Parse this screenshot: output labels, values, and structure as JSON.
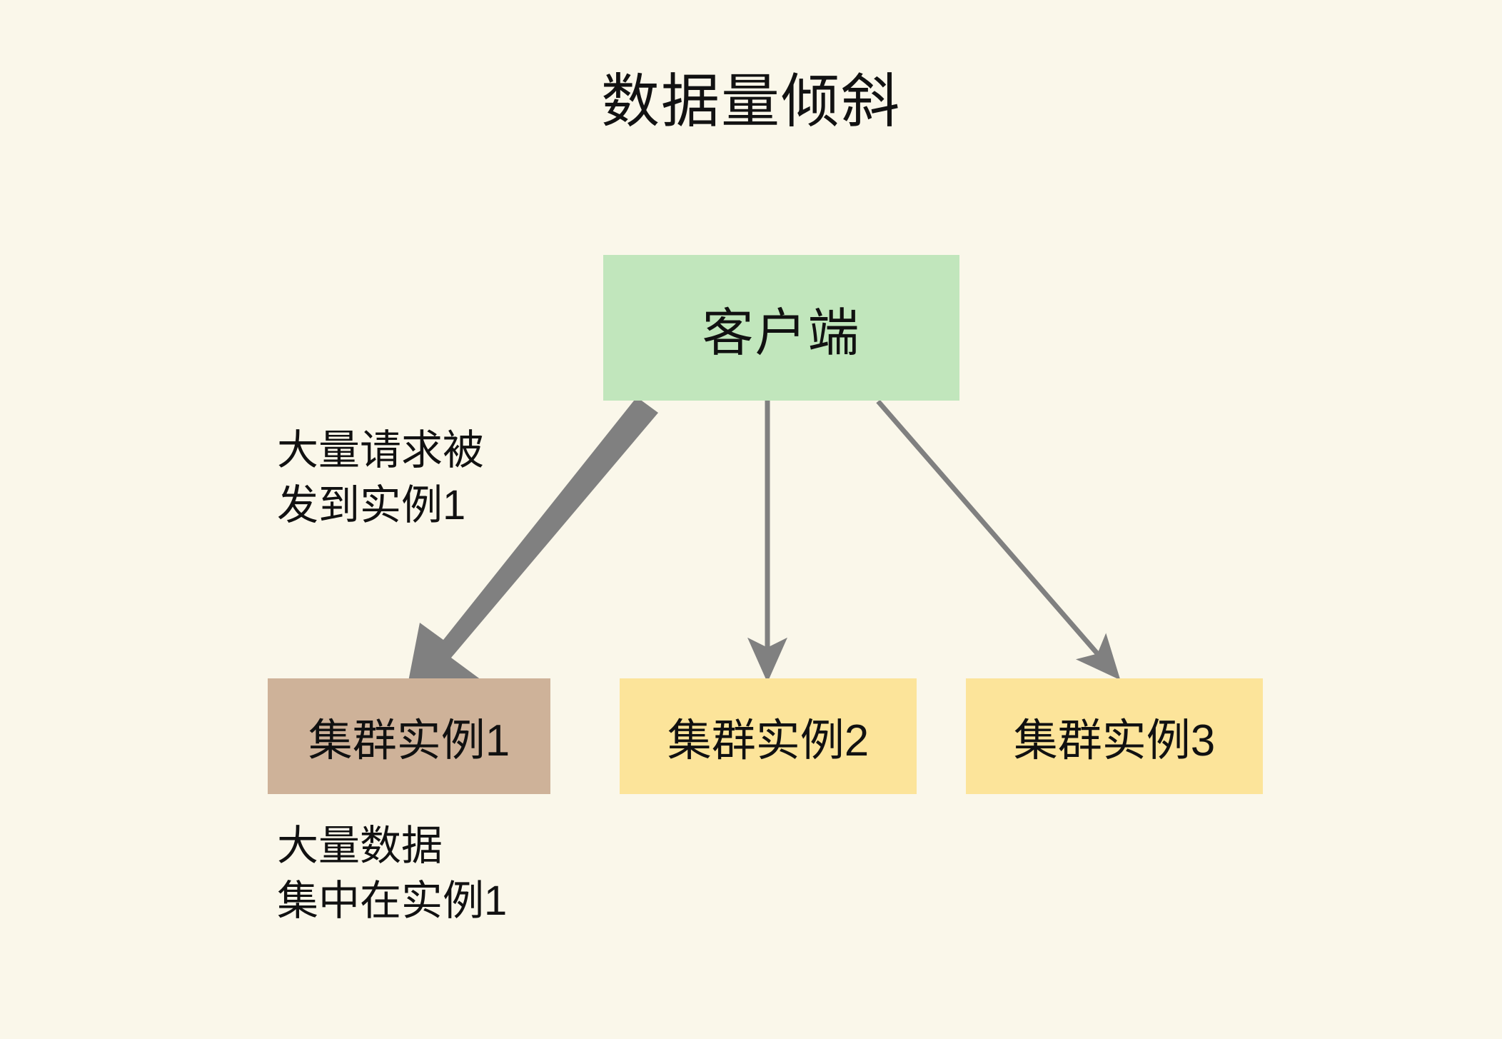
{
  "page": {
    "title": "数据量倾斜",
    "background_color": "#FAF7EA"
  },
  "nodes": {
    "client": {
      "label": "客户端",
      "color": "#C1E6BC"
    },
    "instance1": {
      "label": "集群实例1",
      "color": "#CEB299"
    },
    "instance2": {
      "label": "集群实例2",
      "color": "#FCE49A"
    },
    "instance3": {
      "label": "集群实例3",
      "color": "#FCE49A"
    }
  },
  "annotations": {
    "requests": "大量请求被\n发到实例1",
    "data": "大量数据\n集中在实例1"
  },
  "arrows": {
    "color": "#808080",
    "heavy_to_instance1": "thick-arrow-client-to-instance1",
    "thin_to_instance2": "thin-arrow-client-to-instance2",
    "thin_to_instance3": "thin-arrow-client-to-instance3"
  }
}
